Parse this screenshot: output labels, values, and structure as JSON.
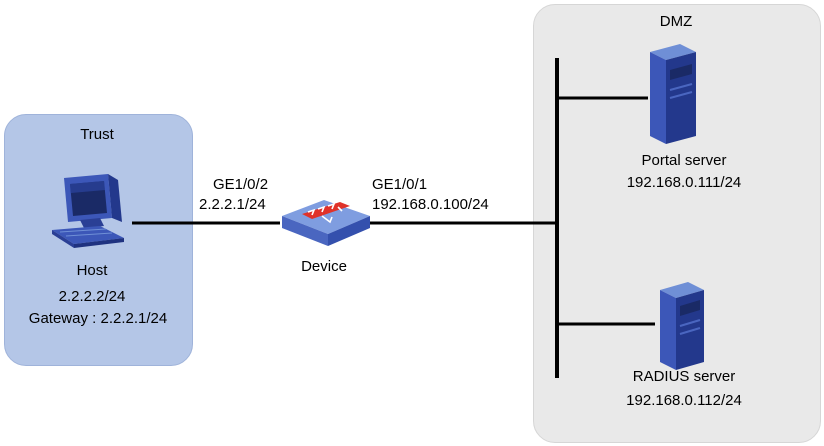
{
  "zones": {
    "trust": {
      "label": "Trust"
    },
    "dmz": {
      "label": "DMZ"
    }
  },
  "host": {
    "name": "Host",
    "ip": "2.2.2.2/24",
    "gateway": "Gateway : 2.2.2.1/24",
    "icon": "computer-icon"
  },
  "device": {
    "name": "Device",
    "icon": "firewall-device-icon",
    "left_interface": {
      "name": "GE1/0/2",
      "ip": "2.2.2.1/24"
    },
    "right_interface": {
      "name": "GE1/0/1",
      "ip": "192.168.0.100/24"
    }
  },
  "servers": {
    "portal": {
      "name": "Portal server",
      "ip": "192.168.0.111/24",
      "icon": "server-icon"
    },
    "radius": {
      "name": "RADIUS server",
      "ip": "192.168.0.112/24",
      "icon": "server-icon"
    }
  },
  "colors": {
    "trust_zone": "#b4c6e7",
    "dmz_zone": "#e9e9e9",
    "device_body": "#6f8fd6",
    "server_body": "#3c57b8"
  }
}
